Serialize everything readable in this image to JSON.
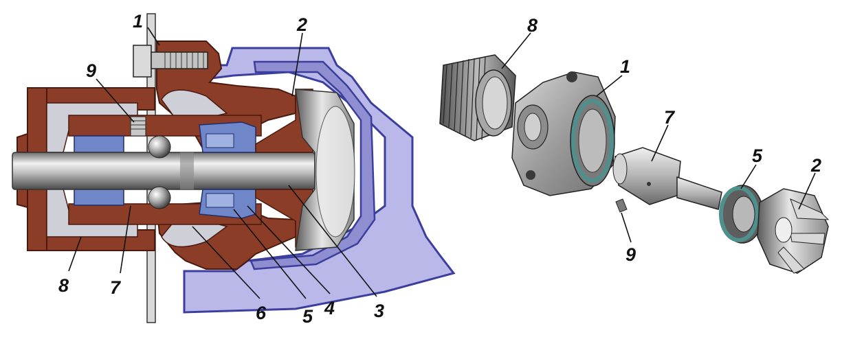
{
  "diagram": {
    "cross_section_callouts": [
      {
        "id": "cs-1",
        "label": "1"
      },
      {
        "id": "cs-2",
        "label": "2"
      },
      {
        "id": "cs-9",
        "label": "9"
      },
      {
        "id": "cs-8",
        "label": "8"
      },
      {
        "id": "cs-7",
        "label": "7"
      },
      {
        "id": "cs-6",
        "label": "6"
      },
      {
        "id": "cs-5",
        "label": "5"
      },
      {
        "id": "cs-4",
        "label": "4"
      },
      {
        "id": "cs-3",
        "label": "3"
      }
    ],
    "exploded_callouts": [
      {
        "id": "ex-8",
        "label": "8"
      },
      {
        "id": "ex-1",
        "label": "1"
      },
      {
        "id": "ex-7",
        "label": "7"
      },
      {
        "id": "ex-5",
        "label": "5"
      },
      {
        "id": "ex-2",
        "label": "2"
      },
      {
        "id": "ex-9",
        "label": "9"
      }
    ]
  },
  "colors": {
    "body_red": "#8b3d27",
    "body_red_dark": "#5e2415",
    "housing_lavender": "#b9b8e8",
    "housing_outline": "#3b3e9c",
    "steel_gray": "#9a9a9a",
    "steel_light": "#d8d8d8",
    "bearing_blue": "#6f86c8",
    "seal_teal": "#4f8f8c"
  }
}
